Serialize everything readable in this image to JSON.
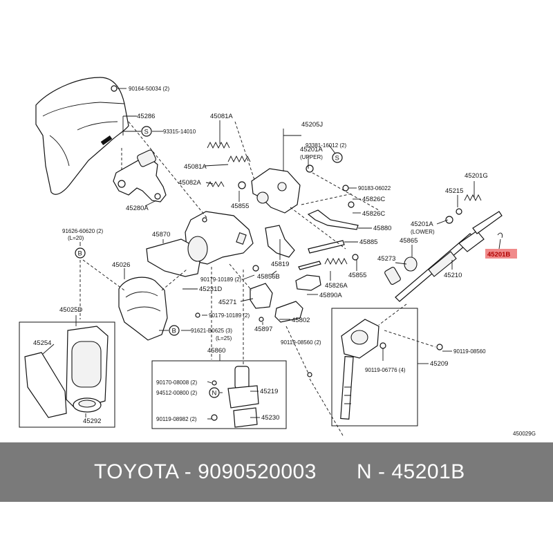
{
  "labels": {
    "l90164": "90164-50034 (2)",
    "l45286": "45286",
    "l93315": "93315-14010",
    "l45081a_top": "45081A",
    "l45081a_bot": "45081A",
    "l45082a": "45082A",
    "l45855_left": "45855",
    "l45280a": "45280A",
    "l45205j": "45205J",
    "l93381": "93381-16012 (2)",
    "l45201a_upper": "45201A",
    "l_upper": "(UPPER)",
    "l90183": "90183-06022",
    "l45826c_top": "45826C",
    "l45826c_bot": "45826C",
    "l45880": "45880",
    "l45885": "45885",
    "l45870": "45870",
    "l91626": "91626-60620 (2)",
    "l91626_l": "(L=20)",
    "l45819": "45819",
    "l45856b": "45856B",
    "l45826a": "45826A",
    "l45855_right": "45855",
    "l45890a": "45890A",
    "l45026": "45026",
    "l90179_a": "90179-10189 (2)",
    "l45231d": "45231D",
    "l45271": "45271",
    "l90179_b": "90179-10189 (2)",
    "l45802": "45802",
    "l45897": "45897",
    "l45025d": "45025D",
    "l91621": "91621-B0625 (3)",
    "l91621_l": "(L=25)",
    "l45254": "45254",
    "l45292": "45292",
    "l45860": "45860",
    "l90170": "90170-08008 (2)",
    "l94512": "94512-00800 (2)",
    "l45219": "45219",
    "l90119_08982": "90119-08982 (2)",
    "l45230": "45230",
    "l90119_08560_a": "90119-08560 (2)",
    "l90119_08560_b": "90119-08560",
    "l90119_06776": "90119-06776 (4)",
    "l45209": "45209",
    "l45201g": "45201G",
    "l45215": "45215",
    "l45201a_lower": "45201A",
    "l_lower": "(LOWER)",
    "l45865": "45865",
    "l45201b": "45201B",
    "l45273": "45273",
    "l45210": "45210",
    "l450029g": "450029G",
    "sym_s": "S",
    "sym_b": "B",
    "sym_n": "N"
  },
  "footer": {
    "left": "TOYOTA - 9090520003",
    "right": "N - 45201B"
  },
  "colors": {
    "footer_bg": "#7a7a7a",
    "highlight": "#f08a8a"
  }
}
